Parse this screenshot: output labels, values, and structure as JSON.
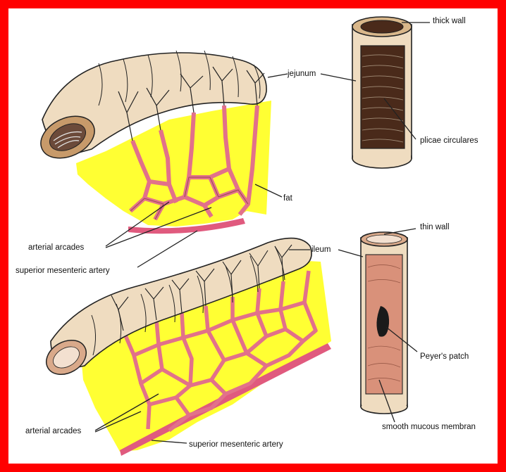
{
  "colors": {
    "frame": "#ff0000",
    "fat": "#ffff33",
    "intestine_outer": "#efdcc0",
    "vessel": "#e2718a",
    "artery": "#e05a7e",
    "mucosa": "#d9917a",
    "plicae": "#4a2a1a"
  },
  "labels": {
    "thick_wall": "thick wall",
    "jejunum": "jejunum",
    "plicae_circulares": "plicae circulares",
    "fat": "fat",
    "arterial_arcades_top": "arterial arcades",
    "superior_mesenteric_artery_top": "superior mesenteric artery",
    "thin_wall": "thin wall",
    "ileum": "ileum",
    "peyers_patch": "Peyer's patch",
    "smooth_mucous_membrane": "smooth mucous membran",
    "arterial_arcades_bottom": "arterial arcades",
    "superior_mesenteric_artery_bottom": "superior mesenteric artery"
  }
}
